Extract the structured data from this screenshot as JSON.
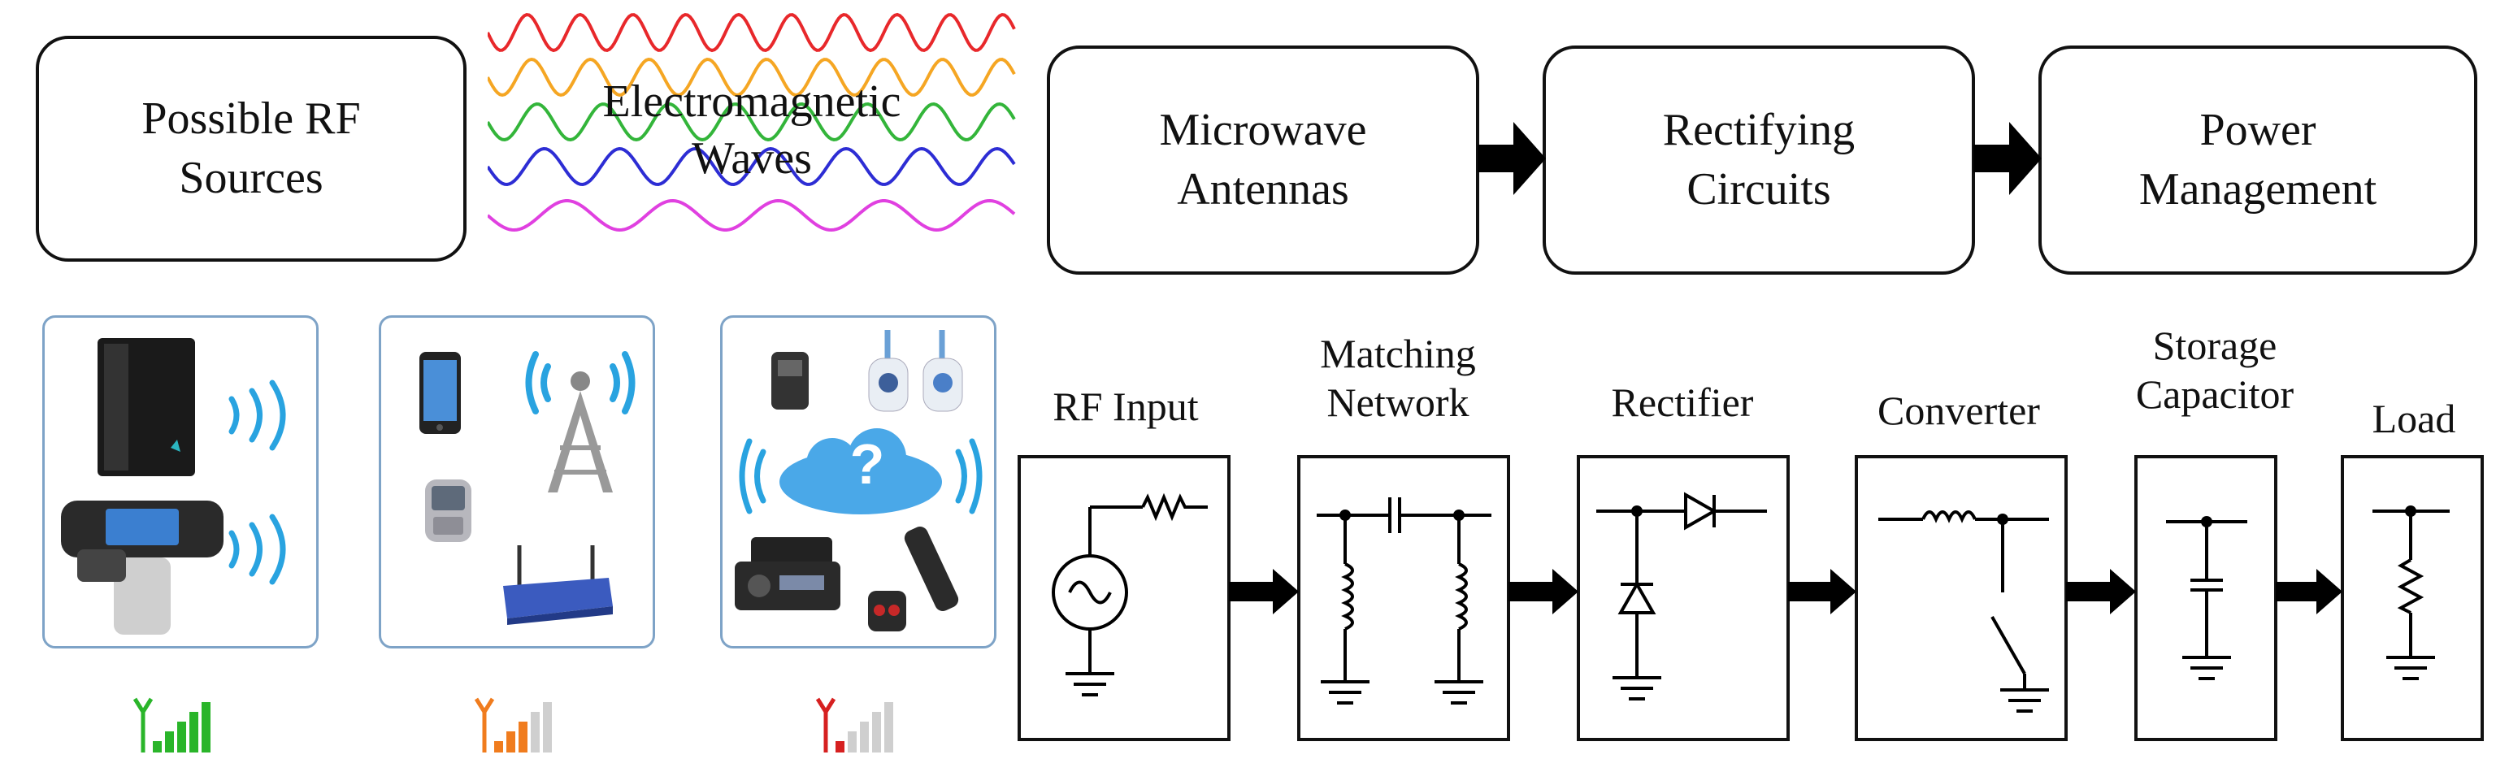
{
  "sources_box": {
    "line1": "Possible RF",
    "line2": "Sources"
  },
  "waves": {
    "line1": "Electromagnetic",
    "line2": "Waves",
    "colors": [
      "#e8282b",
      "#f5a623",
      "#33b53a",
      "#2d2dd4",
      "#e040e0"
    ]
  },
  "flow": [
    {
      "line1": "Microwave",
      "line2": "Antennas"
    },
    {
      "line1": "Rectifying",
      "line2": "Circuits"
    },
    {
      "line1": "Power",
      "line2": "Management"
    }
  ],
  "source_panels": [
    {
      "devices": [
        "rf-reader",
        "handheld-scanner"
      ],
      "signal_color": "#2ab52a",
      "signal_level": 5
    },
    {
      "devices": [
        "smartphone",
        "cell-tower",
        "phone",
        "router"
      ],
      "signal_color": "#f07c1e",
      "signal_level": 3
    },
    {
      "devices": [
        "remote",
        "baby-monitor",
        "cloud-unknown",
        "radio",
        "remote",
        "key-fob"
      ],
      "signal_color": "#d62020",
      "signal_level": 1
    }
  ],
  "cloud_symbol": "?",
  "stages": [
    {
      "line1": "RF Input",
      "line2": ""
    },
    {
      "line1": "Matching",
      "line2": "Network"
    },
    {
      "line1": "Rectifier",
      "line2": ""
    },
    {
      "line1": "Converter",
      "line2": ""
    },
    {
      "line1": "Storage",
      "line2": "Capacitor"
    },
    {
      "line1": "Load",
      "line2": ""
    }
  ],
  "colors": {
    "wifi": "#29a3e0",
    "arrow": "#000000",
    "panel_border": "#7ea3c7"
  }
}
